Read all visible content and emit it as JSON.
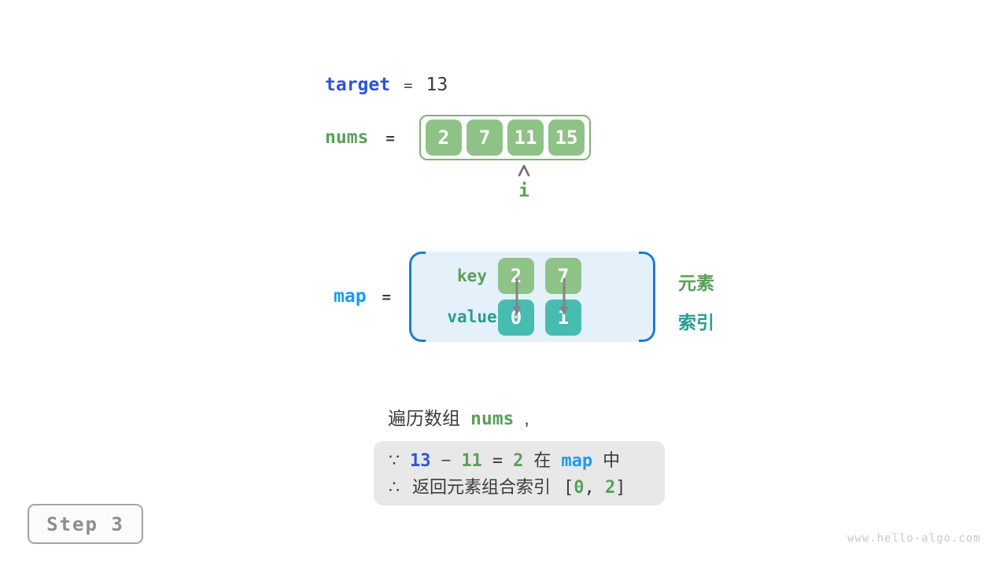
{
  "colors": {
    "royal_blue": "#2f52d9",
    "cyan_blue": "#1c9cf0",
    "green_text": "#5aa05a",
    "teal_text": "#2c9c90",
    "green_cell": "#8ec287",
    "teal_cell": "#49bcb2",
    "array_border": "#7db471",
    "map_fill": "#e4f1fa",
    "map_bracket": "#1d7dd6",
    "note_fill": "#e8e8e8",
    "dark_text": "#3b3b3b",
    "gray_text": "#8d8d8d"
  },
  "target_line": {
    "label": "target",
    "equals": "=",
    "value": "13"
  },
  "nums_line": {
    "label": "nums",
    "equals": "="
  },
  "nums_array": {
    "cells": [
      "2",
      "7",
      "11",
      "15"
    ]
  },
  "pointer": {
    "label": "i"
  },
  "map_line": {
    "label": "map",
    "equals": "="
  },
  "map": {
    "key_label": "key",
    "value_label": "value",
    "keys": [
      "2",
      "7"
    ],
    "values": [
      "0",
      "1"
    ]
  },
  "side_labels": {
    "element": "元素",
    "index": "索引"
  },
  "sentence": {
    "prefix": "遍历数组",
    "code": "nums",
    "comma": ","
  },
  "note": {
    "because": "∵",
    "minuend": "13",
    "minus": "−",
    "subtrahend": "11",
    "equals": "=",
    "result": "2",
    "in_word": "在",
    "map_word": "map",
    "zhong": "中",
    "therefore": "∴",
    "text": "返回元素组合索引",
    "open_bracket": "[",
    "index1": "0",
    "comma": ", ",
    "index2": "2",
    "close_bracket": "]"
  },
  "step_badge": "Step 3",
  "watermark": "www.hello-algo.com"
}
